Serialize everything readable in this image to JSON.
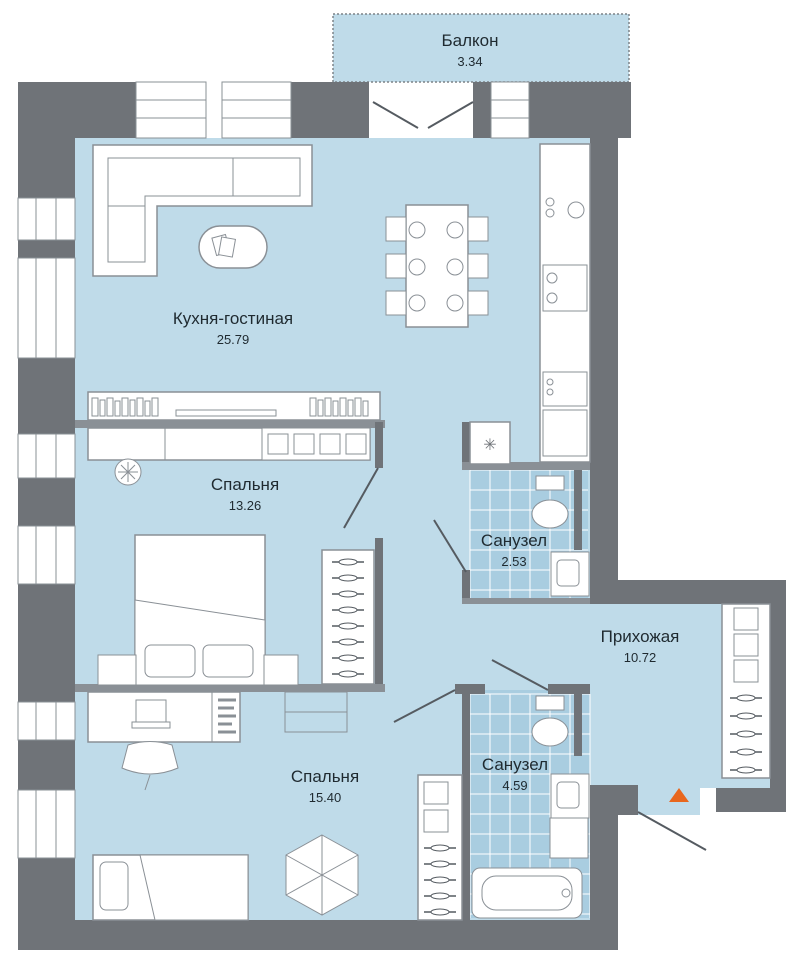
{
  "rooms": [
    {
      "id": "balcony",
      "name": "Балкон",
      "area": "3.34"
    },
    {
      "id": "kitchen-living",
      "name": "Кухня-гостиная",
      "area": "25.79"
    },
    {
      "id": "bedroom-1",
      "name": "Спальня",
      "area": "13.26"
    },
    {
      "id": "bathroom-1",
      "name": "Санузел",
      "area": "2.53"
    },
    {
      "id": "hallway",
      "name": "Прихожая",
      "area": "10.72"
    },
    {
      "id": "bathroom-2",
      "name": "Санузел",
      "area": "4.59"
    },
    {
      "id": "bedroom-2",
      "name": "Спальня",
      "area": "15.40"
    }
  ],
  "colors": {
    "floor": "#bfdbe9",
    "wall": "#6f7378",
    "furniture_stroke": "#8a9096",
    "entrance_marker": "#e8671e"
  },
  "icons": {
    "entrance": "entrance-triangle-icon",
    "fridge": "snowflake-icon"
  }
}
